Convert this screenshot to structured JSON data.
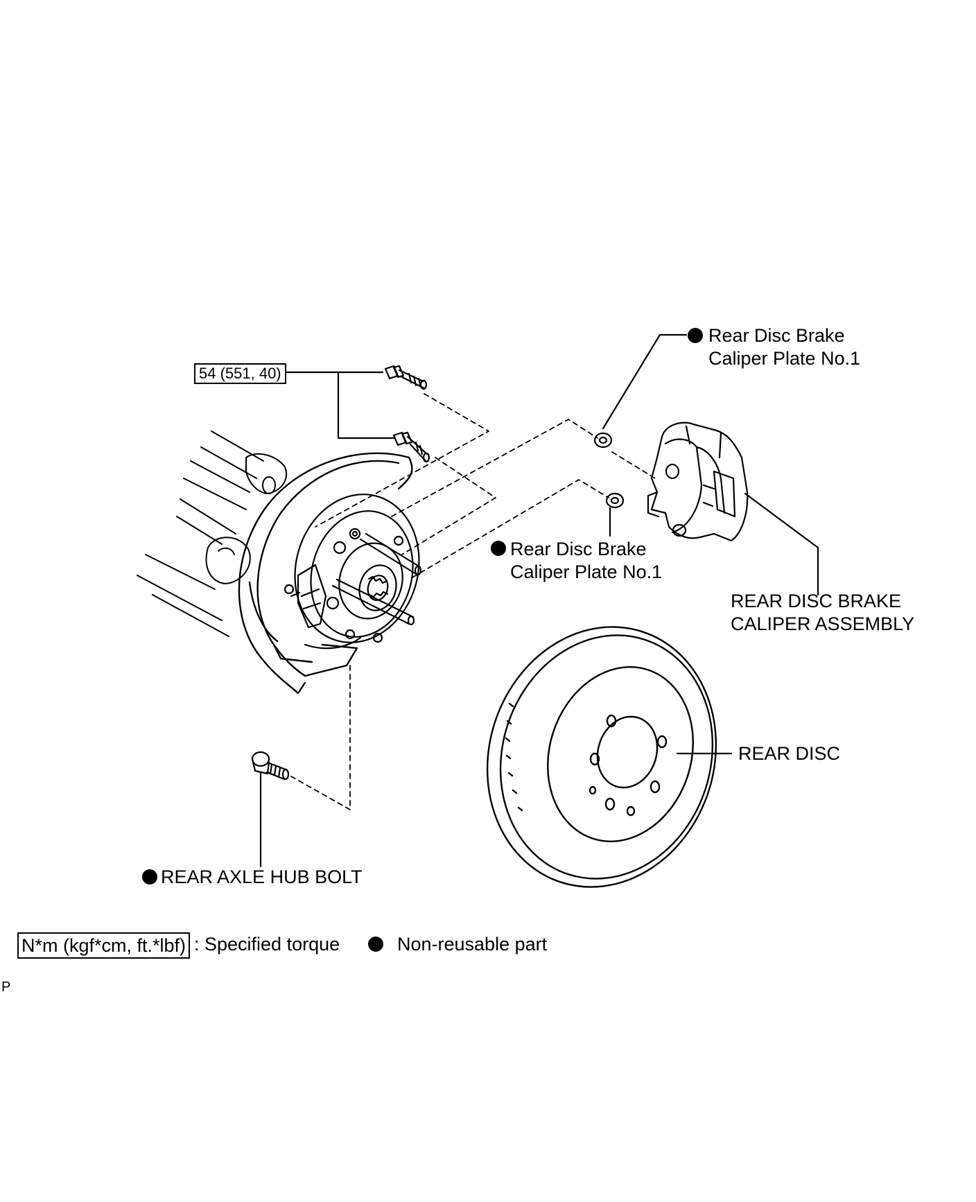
{
  "torque_spec": "54 (551, 40)",
  "labels": {
    "caliper_plate_upper": [
      "Rear Disc Brake",
      "Caliper Plate No.1"
    ],
    "caliper_plate_lower": [
      "Rear Disc Brake",
      "Caliper Plate No.1"
    ],
    "caliper_assembly": [
      "REAR DISC BRAKE",
      "CALIPER ASSEMBLY"
    ],
    "rear_disc": "REAR DISC",
    "hub_bolt": "REAR AXLE HUB BOLT"
  },
  "legend": {
    "torque_unit": "N*m (kgf*cm, ft.*lbf)",
    "torque_desc": ": Specified torque",
    "nonreusable_desc": "Non-reusable part"
  },
  "footer_code": "P",
  "colors": {
    "line": "#000000",
    "background": "#ffffff"
  },
  "icons": {
    "non_reusable_marker": "filled-circle-icon"
  }
}
